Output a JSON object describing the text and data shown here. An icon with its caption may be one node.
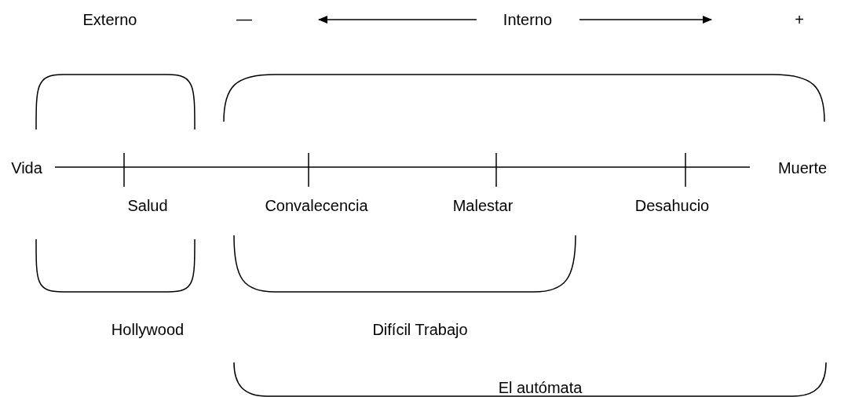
{
  "diagram": {
    "labels": [
      "Externo",
      "—",
      "Interno",
      "+",
      "Vida",
      "Muerte",
      "Salud",
      "Convalecencia",
      "Malestar",
      "Desahucio",
      "Hollywood",
      "Difícil Trabajo",
      "El autómata"
    ]
  }
}
